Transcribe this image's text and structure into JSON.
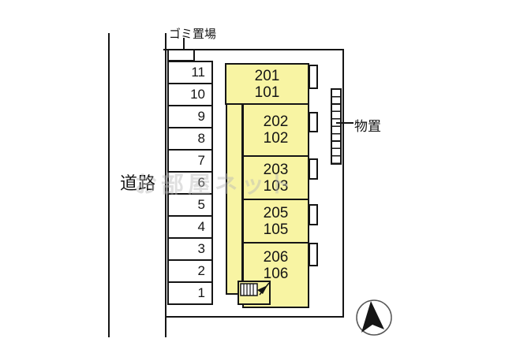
{
  "diagram": {
    "labels": {
      "garbage": "ゴミ置場",
      "road": "道路",
      "storage": "物置"
    },
    "watermark": "お部屋ネット",
    "parking_spaces": [
      "11",
      "10",
      "9",
      "8",
      "7",
      "6",
      "5",
      "4",
      "3",
      "2",
      "1"
    ],
    "building_units": [
      {
        "upper": "201",
        "lower": "101"
      },
      {
        "upper": "202",
        "lower": "102"
      },
      {
        "upper": "203",
        "lower": "103"
      },
      {
        "upper": "205",
        "lower": "105"
      },
      {
        "upper": "206",
        "lower": "106"
      }
    ],
    "icons": {
      "stairs": "stairs-entrance-icon",
      "compass": "north-arrow-icon"
    },
    "colors": {
      "unit_fill": "#F8F4A3",
      "line": "#151515",
      "watermark": "#B9B9B9"
    }
  }
}
